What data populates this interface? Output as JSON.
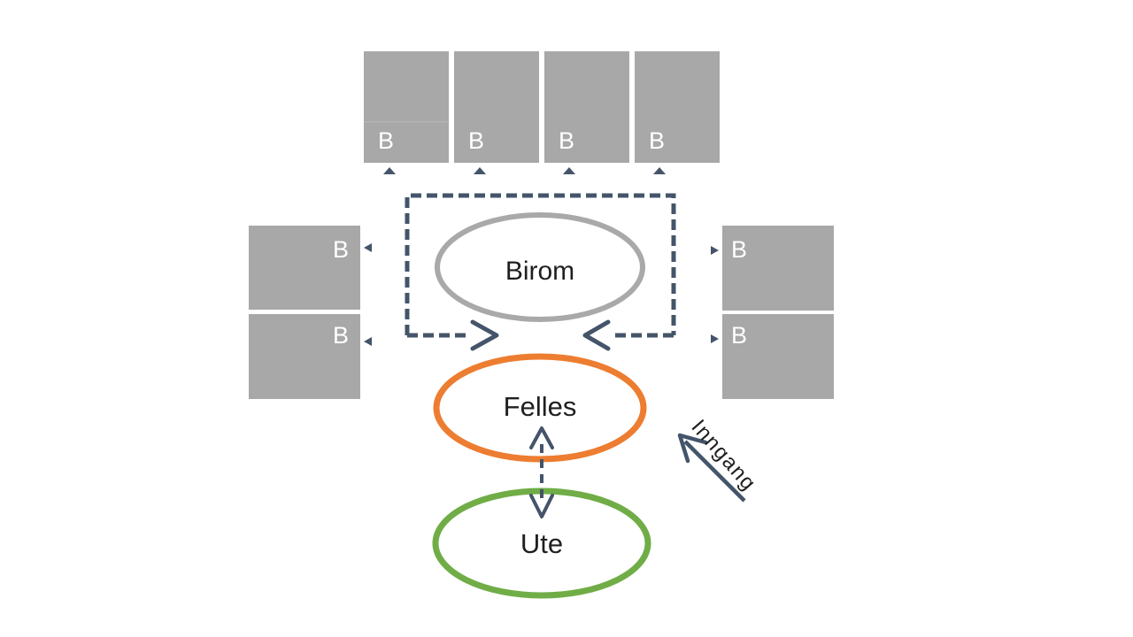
{
  "diagram": {
    "rooms": {
      "birom": {
        "label": "Birom"
      },
      "felles": {
        "label": "Felles"
      },
      "ute": {
        "label": "Ute"
      }
    },
    "entrance": {
      "label": "Inngang"
    }
  },
  "boxes": {
    "top": [
      {
        "label": "B"
      },
      {
        "label": "B"
      },
      {
        "label": "B"
      },
      {
        "label": "B"
      }
    ],
    "left": [
      {
        "label": "B"
      },
      {
        "label": "B"
      }
    ],
    "right": [
      {
        "label": "B"
      },
      {
        "label": "B"
      }
    ]
  },
  "colors": {
    "background": "#FFFFFF",
    "box_fill": "#A8A8A8",
    "box_label_text": "#FFFFFF",
    "arrow_navy": "#44546A",
    "birom_stroke": "#A9A9A9",
    "felles_stroke": "#ED7D31",
    "ute_stroke": "#70AD47",
    "label_text": "#1F1F1F",
    "ellipse_fill": "#FFFFFF"
  }
}
